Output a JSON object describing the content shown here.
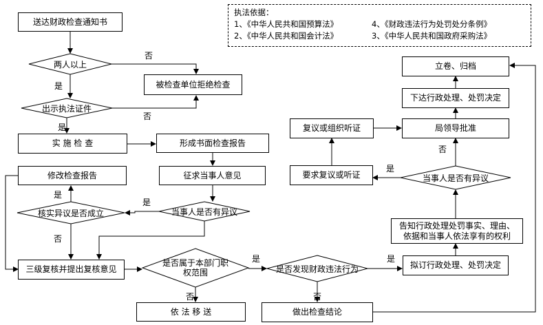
{
  "legal_basis": {
    "title": "执法依据：",
    "items": [
      "1、《中华人民共和国预算法》",
      "2、《中华人民共和国会计法》",
      "4、《财政违法行为处罚处分条例》",
      "3、《中华人民共和国政府采购法》"
    ]
  },
  "nodes": {
    "send_notice": "送达财政检查通知书",
    "two_or_more": "两人以上",
    "refused": "被检查单位拒绝检查",
    "show_cert": "出示执法证件",
    "implement": "实  施  检  查",
    "written_report": "形成书面检查报告",
    "revise_report": "修改检查报告",
    "solicit_opinion": "征求当事人意见",
    "objection_q": "当事人是否有异议",
    "verify_q": "核实异议是否成立",
    "review": "三级复核并提出复核意见",
    "jurisdiction_q": "是否属于本部门职权范围",
    "transfer": "依  法  移  送",
    "violation_q": "是否发现财政违法行为",
    "conclusion": "做出检查结论",
    "proposed_decision": "拟订行政处理、处罚决定",
    "notify": "告知行政处理处罚事实、理由、依据和当事人依法享有的权利",
    "party_objection_q": "当事人是否有异议",
    "request_hearing": "要求复议或听证",
    "leader_approval": "局领导批准",
    "reconsider": "复议或组织听证",
    "issue_decision": "下达行政处理、处罚决定",
    "archive": "立卷、归档"
  },
  "edge_labels": {
    "no_1": "否",
    "yes_1": "是",
    "no_2": "否",
    "yes_2": "是",
    "yes_3": "是",
    "yes_4": "是",
    "no_3": "否",
    "yes_5": "是",
    "no_4": "否",
    "yes_6": "是",
    "no_5": "否",
    "yes_7": "是",
    "no_6": "否"
  }
}
